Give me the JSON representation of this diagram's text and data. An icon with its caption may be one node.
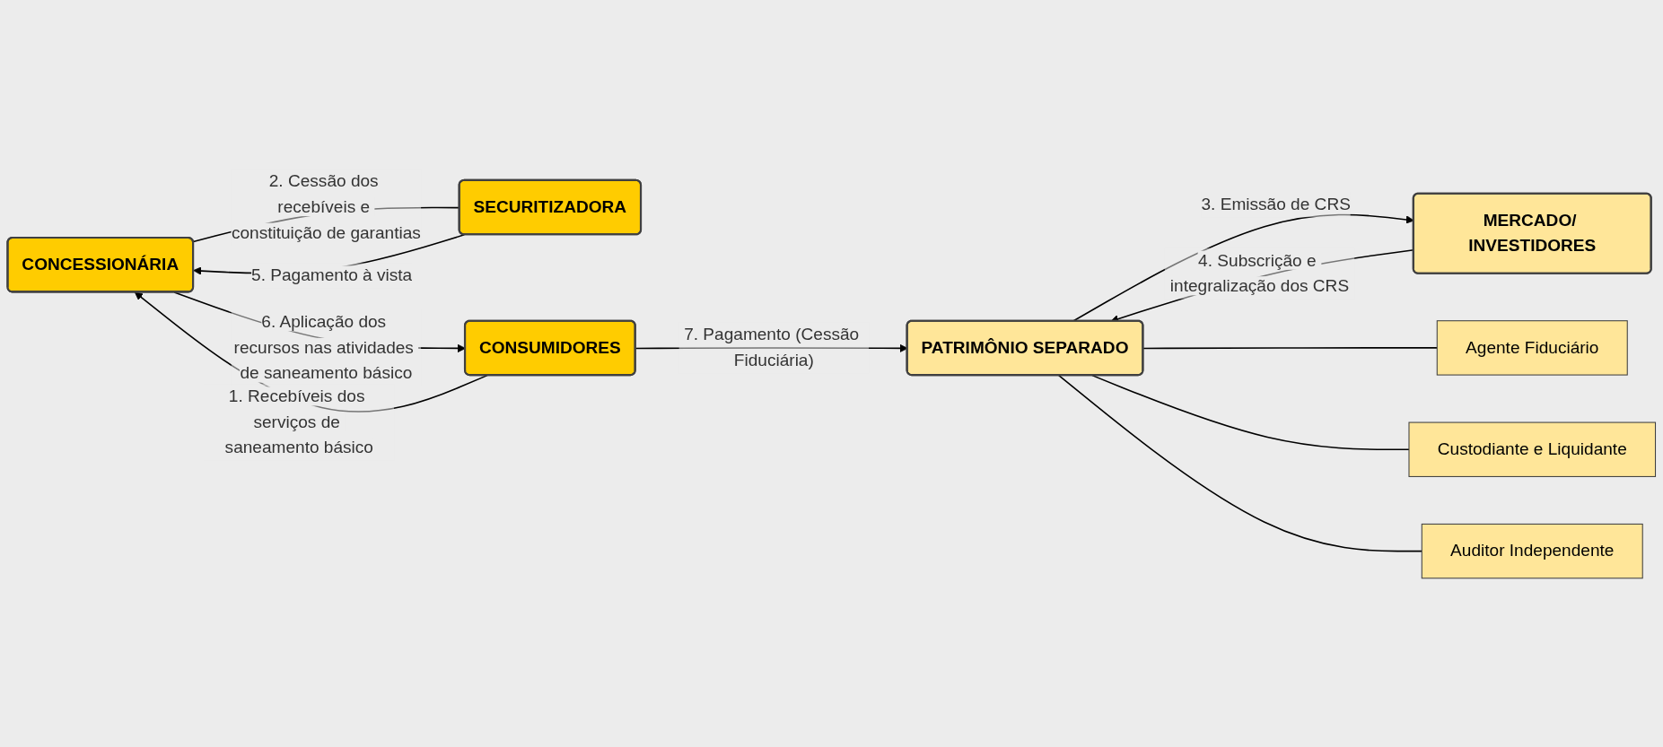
{
  "diagram": {
    "nodes": [
      {
        "text": [
          "CONCESSIONÁRIA"
        ]
      },
      {
        "text": [
          "SECURITIZADORA"
        ]
      },
      {
        "text": [
          "PATRIMÔNIO SEPARADO"
        ]
      },
      {
        "text": [
          "Agente Fiduciário"
        ]
      },
      {
        "text": [
          "Custodiante e Liquidante"
        ]
      },
      {
        "text": [
          "Auditor Independente"
        ]
      },
      {
        "text": [
          "CONSUMIDORES"
        ]
      },
      {
        "text": [
          "MERCADO/ INVESTIDORES"
        ]
      }
    ],
    "edges": [
      {
        "from": 1,
        "to": 0,
        "arrow": "to",
        "label": "5. Pagamento à vista"
      },
      {
        "from": 0,
        "to": 1,
        "arrow": "none",
        "label": "2. Cessão dos recebíveis e constituição de garantias"
      },
      {
        "from": 0,
        "to": 6,
        "arrow": "to",
        "label": "6. Aplicação dos recursos nas atividades de saneamento básico"
      },
      {
        "from": 6,
        "to": 0,
        "arrow": "to",
        "label": "1. Recebíveis dos serviços de saneamento básico"
      },
      {
        "from": 6,
        "to": 2,
        "arrow": "to",
        "label": "7. Pagamento (Cessão Fiduciária)"
      },
      {
        "from": 2,
        "to": 7,
        "arrow": "to",
        "label": "3. Emissão de CRS"
      },
      {
        "from": 7,
        "to": 2,
        "arrow": "to",
        "label": "4. Subscrição e integralização dos CRS"
      },
      {
        "from": 2,
        "to": 3,
        "arrow": "none"
      },
      {
        "from": 2,
        "to": 4,
        "arrow": "none"
      },
      {
        "from": 2,
        "to": 5,
        "arrow": "none"
      }
    ]
  }
}
